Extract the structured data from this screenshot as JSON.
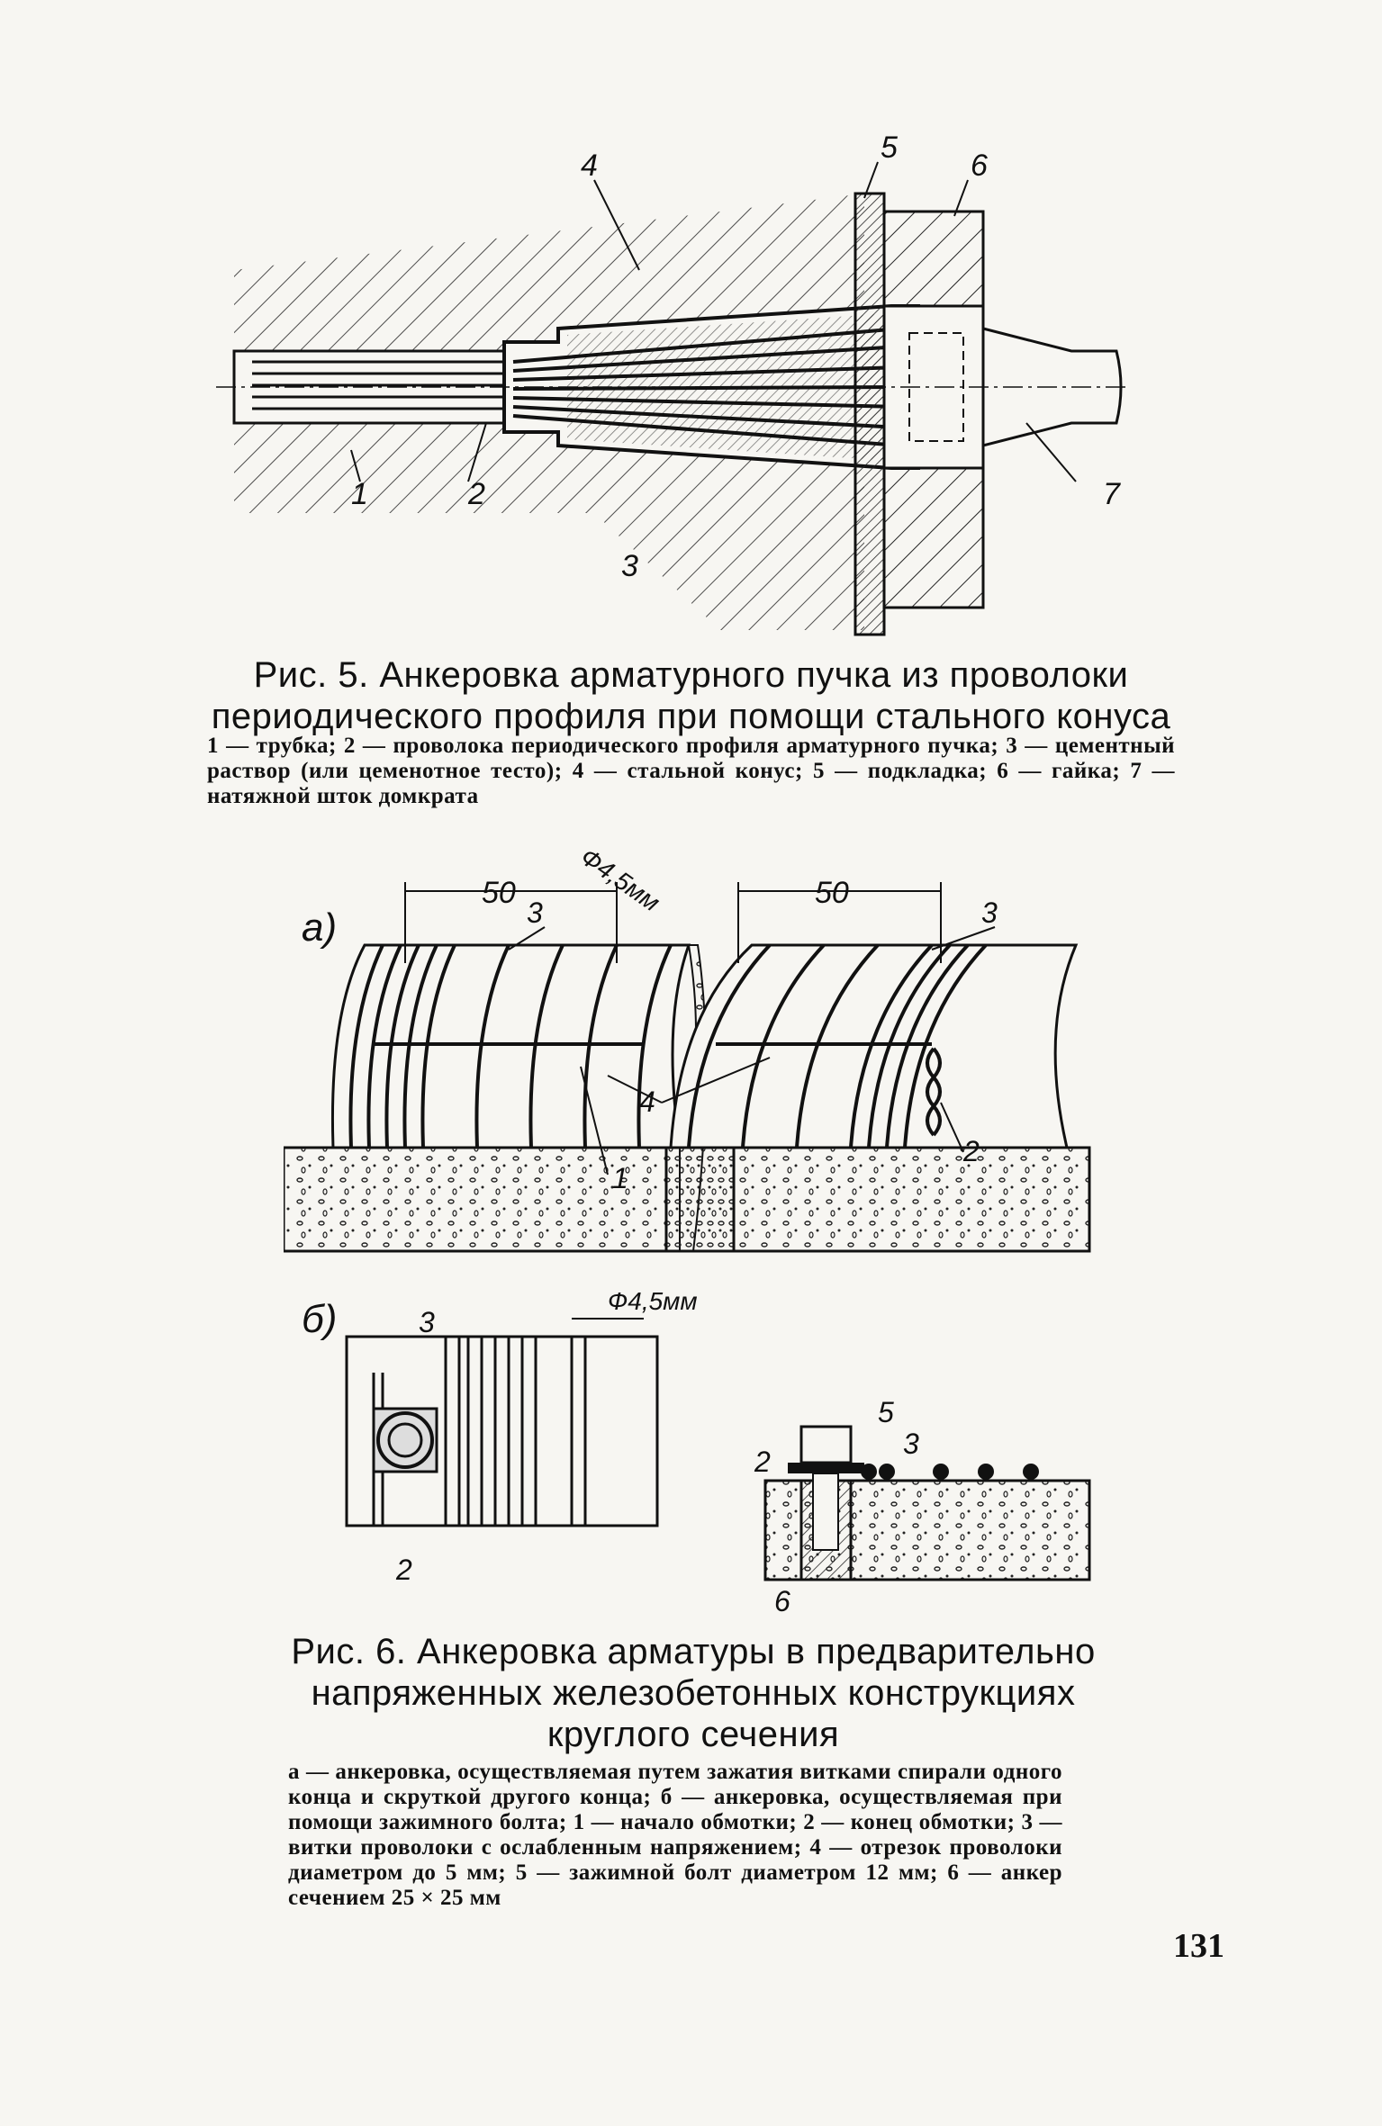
{
  "figure5": {
    "labels": [
      "1",
      "2",
      "3",
      "4",
      "5",
      "6",
      "7"
    ],
    "caption_title": "Рис. 5. Анкеровка арматурного пучка из проволоки периодического профиля при помощи стального конуса",
    "legend": "1 — трубка; 2 — проволока периодического профиля арматурного пучка; 3 — цементный раствор (или цеменотное тесто); 4 — стальной конус; 5 — подкладка; 6 — гайка; 7 — натяжной шток домкрата"
  },
  "figure6": {
    "part_a_label": "а)",
    "part_b_label": "б)",
    "dim_50": "50",
    "dim_diameter_a": "Ф4,5мм",
    "dim_diameter_b": "Ф4,5мм",
    "labels": [
      "1",
      "2",
      "3",
      "4",
      "5",
      "6"
    ],
    "caption_title": "Рис. 6. Анкеровка арматуры в предварительно напряженных железобетонных конструкциях круглого сечения",
    "legend": "а — анкеровка, осуществляемая путем зажатия витками спирали одного конца и скруткой другого конца; б — анкеровка, осуществляемая при помощи зажимного болта; 1 — начало обмотки; 2 — конец обмотки; 3 — витки проволоки с ослабленным напряжением; 4 — отрезок проволоки диаметром до 5 мм; 5 — зажимной болт диаметром 12 мм; 6 — анкер сечением 25 × 25 мм"
  },
  "page_number": "131"
}
